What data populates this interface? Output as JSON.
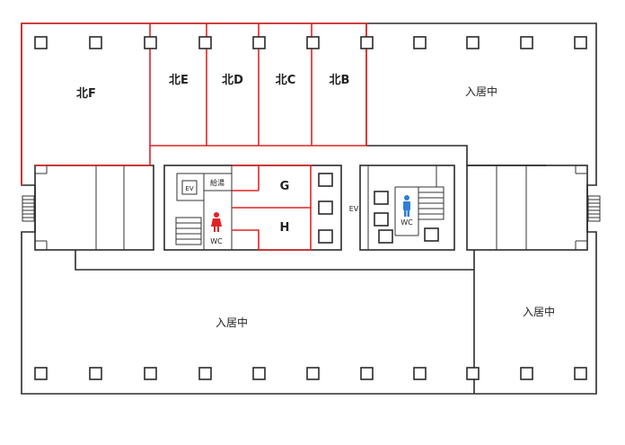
{
  "floor_plan": {
    "units": [
      {
        "id": "north-f",
        "label": "北F"
      },
      {
        "id": "north-e",
        "label": "北E"
      },
      {
        "id": "north-d",
        "label": "北D"
      },
      {
        "id": "north-c",
        "label": "北C"
      },
      {
        "id": "north-b",
        "label": "北B"
      },
      {
        "id": "unit-g",
        "label": "G"
      },
      {
        "id": "unit-h",
        "label": "H"
      }
    ],
    "occupied": {
      "north_east": "入居中",
      "south_west": "入居中",
      "south_east": "入居中"
    },
    "core": {
      "ev_left": "EV",
      "ev_center": "EV",
      "kitchenette": "給湯",
      "wc_women": "WC",
      "wc_men": "WC"
    },
    "colors": {
      "available_outline": "#e02424",
      "wall": "#2b2b2b",
      "women_icon": "#e02424",
      "men_icon": "#2f7fd6"
    },
    "icons": [
      "woman-icon",
      "man-icon",
      "stairs-icon",
      "column-icon"
    ]
  }
}
